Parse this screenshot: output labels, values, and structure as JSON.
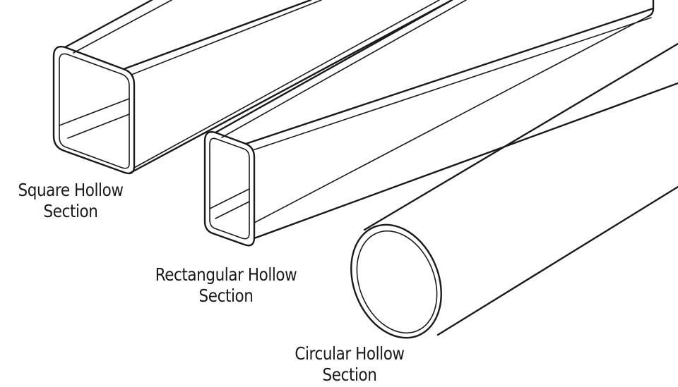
{
  "labels": {
    "square": {
      "line1": "Square Hollow",
      "line2": "Section"
    },
    "rectangular": {
      "line1": "Rectangular Hollow",
      "line2": "Section"
    },
    "circular": {
      "line1": "Circular Hollow",
      "line2": "Section"
    }
  },
  "colors": {
    "stroke": "#1a1a1a",
    "background": "#ffffff"
  }
}
